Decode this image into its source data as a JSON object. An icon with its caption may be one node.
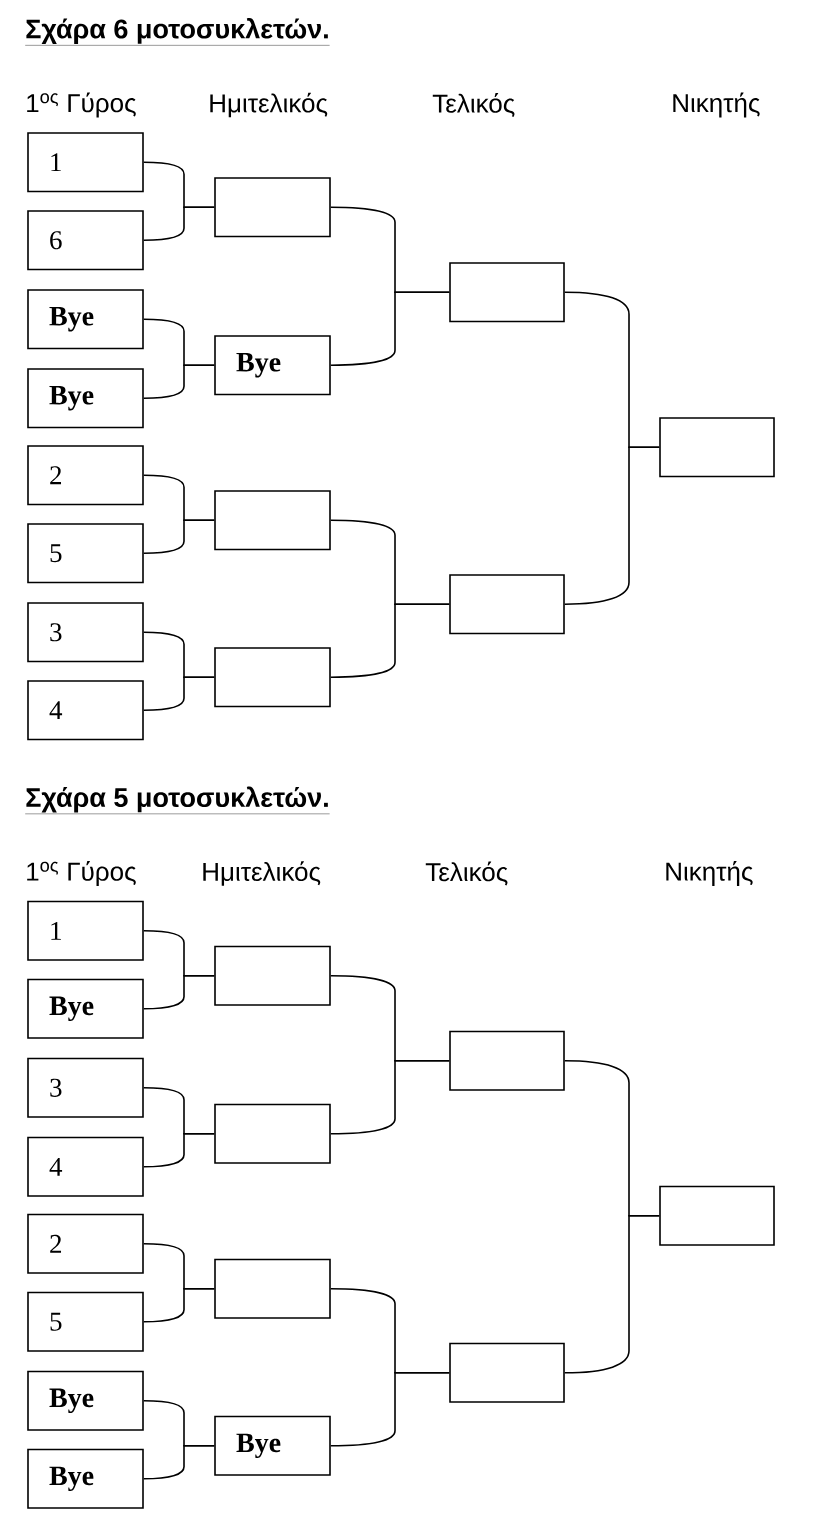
{
  "diagram": {
    "nodes": [
      {
        "text": [
          "1"
        ]
      },
      {
        "text": [
          "6"
        ]
      },
      {
        "text": [
          "Bye"
        ]
      },
      {
        "text": [
          "Bye"
        ]
      },
      {
        "text": [
          "2"
        ]
      },
      {
        "text": [
          "5"
        ]
      },
      {
        "text": [
          "3"
        ]
      },
      {
        "text": [
          "4"
        ]
      },
      {
        "text": [],
        "shape": "box"
      },
      {
        "text": [
          "Bye"
        ]
      },
      {
        "text": [],
        "shape": "box"
      },
      {
        "text": [],
        "shape": "box"
      },
      {
        "text": [],
        "shape": "box"
      },
      {
        "text": [],
        "shape": "box"
      },
      {
        "text": [],
        "shape": "box"
      },
      {
        "text": [
          "1"
        ]
      },
      {
        "text": [
          "Bye"
        ]
      },
      {
        "text": [
          "3"
        ]
      },
      {
        "text": [
          "4"
        ]
      },
      {
        "text": [
          "2"
        ]
      },
      {
        "text": [
          "5"
        ]
      },
      {
        "text": [
          "Bye"
        ]
      },
      {
        "text": [
          "Bye"
        ]
      },
      {
        "text": [],
        "shape": "box"
      },
      {
        "text": [],
        "shape": "box"
      },
      {
        "text": [],
        "shape": "box"
      },
      {
        "text": [
          "Bye"
        ]
      },
      {
        "text": [],
        "shape": "box"
      },
      {
        "text": [],
        "shape": "box"
      },
      {
        "text": [],
        "shape": "box"
      }
    ],
    "edges": [
      {
        "from": 0,
        "to": 8,
        "arrow": "none"
      },
      {
        "from": 1,
        "to": 8,
        "arrow": "none"
      },
      {
        "from": 2,
        "to": 9,
        "arrow": "none"
      },
      {
        "from": 3,
        "to": 9,
        "arrow": "none"
      },
      {
        "from": 4,
        "to": 10,
        "arrow": "none"
      },
      {
        "from": 5,
        "to": 10,
        "arrow": "none"
      },
      {
        "from": 6,
        "to": 11,
        "arrow": "none"
      },
      {
        "from": 7,
        "to": 11,
        "arrow": "none"
      },
      {
        "from": 8,
        "to": 12,
        "arrow": "none"
      },
      {
        "from": 9,
        "to": 12,
        "arrow": "none"
      },
      {
        "from": 10,
        "to": 13,
        "arrow": "none"
      },
      {
        "from": 11,
        "to": 13,
        "arrow": "none"
      },
      {
        "from": 12,
        "to": 14,
        "arrow": "none"
      },
      {
        "from": 13,
        "to": 14,
        "arrow": "none"
      },
      {
        "from": 15,
        "to": 23,
        "arrow": "none"
      },
      {
        "from": 16,
        "to": 23,
        "arrow": "none"
      },
      {
        "from": 17,
        "to": 24,
        "arrow": "none"
      },
      {
        "from": 18,
        "to": 24,
        "arrow": "none"
      },
      {
        "from": 19,
        "to": 25,
        "arrow": "none"
      },
      {
        "from": 20,
        "to": 25,
        "arrow": "none"
      },
      {
        "from": 21,
        "to": 26,
        "arrow": "none"
      },
      {
        "from": 22,
        "to": 26,
        "arrow": "none"
      },
      {
        "from": 23,
        "to": 27,
        "arrow": "none"
      },
      {
        "from": 24,
        "to": 27,
        "arrow": "none"
      },
      {
        "from": 25,
        "to": 28,
        "arrow": "none"
      },
      {
        "from": 26,
        "to": 28,
        "arrow": "none"
      },
      {
        "from": 27,
        "to": 29,
        "arrow": "none"
      },
      {
        "from": 28,
        "to": 29,
        "arrow": "none"
      }
    ],
    "labels": [
      "Σχάρα 6 μοτοσυκλετών.",
      "1$^{ος}$ Γύρος",
      "Ημιτελικός",
      "Τελικός",
      "Νικητής",
      "Σχάρα 5 μοτοσυκλετών.",
      "1$^{ος}$ Γύρος",
      "Ημιτελικός",
      "Τελικός",
      "Νικητής"
    ]
  }
}
